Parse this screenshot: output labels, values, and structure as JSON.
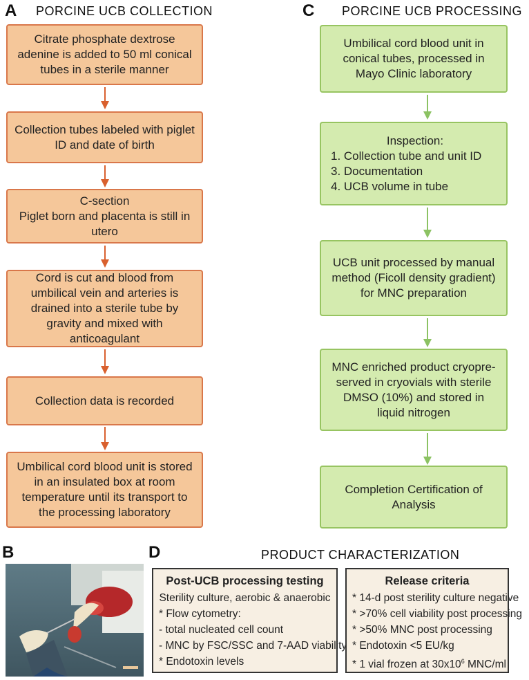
{
  "panels": {
    "a": {
      "letter": "A",
      "title": "PORCINE UCB COLLECTION",
      "steps": [
        "Citrate phosphate dextrose adenine is added to 50 ml conical tubes in a sterile manner",
        "Collection tubes labeled with piglet ID and date of birth",
        "C-section\nPiglet born and placenta is still in utero",
        "Cord is cut and blood from umbilical vein and arteries is drained into a sterile tube by gravity and mixed with anticoagulant",
        "Collection data is recorded",
        "Umbilical cord blood unit is stored in an insulated box at room temperature until its transport to the processing laboratory"
      ]
    },
    "b": {
      "letter": "B"
    },
    "c": {
      "letter": "C",
      "title": "PORCINE UCB PROCESSING",
      "steps": [
        "Umbilical cord blood unit in conical tubes, processed in Mayo Clinic laboratory",
        "MNC enriched product cryopre-served in cryovials with sterile DMSO (10%) and stored in liquid nitrogen"
      ],
      "inspection": {
        "heading": "Inspection:",
        "items": [
          "1. Collection tube and unit ID",
          "3. Documentation",
          "4. UCB volume in tube"
        ]
      },
      "processing": "UCB unit processed by manual method (Ficoll density gradient) for MNC preparation",
      "completion": "Completion Certification of Analysis"
    },
    "d": {
      "letter": "D",
      "title": "PRODUCT CHARACTERIZATION",
      "testing": {
        "heading": "Post-UCB processing testing",
        "subheading": "Sterility culture, aerobic & anaerobic",
        "items": [
          "* Flow cytometry:",
          "- total nucleated cell count",
          "- MNC by FSC/SSC and 7-AAD viability",
          "* Endotoxin levels"
        ]
      },
      "release": {
        "heading": "Release criteria",
        "items": [
          "* 14-d post sterility culture negative",
          "* >70% cell viability post processing",
          "* >50% MNC post processing",
          "* Endotoxin <5 EU/kg"
        ],
        "last_prefix": "* 1 vial frozen at 30x10",
        "last_sup": "6",
        "last_suffix": " MNC/ml"
      }
    }
  },
  "colors": {
    "orange_fill": "#f5c79a",
    "orange_border": "#d9774a",
    "orange_arrow": "#d9602e",
    "green_fill": "#d4ebaf",
    "green_border": "#97c461",
    "green_arrow": "#8cc263",
    "char_fill": "#f7efe3"
  }
}
